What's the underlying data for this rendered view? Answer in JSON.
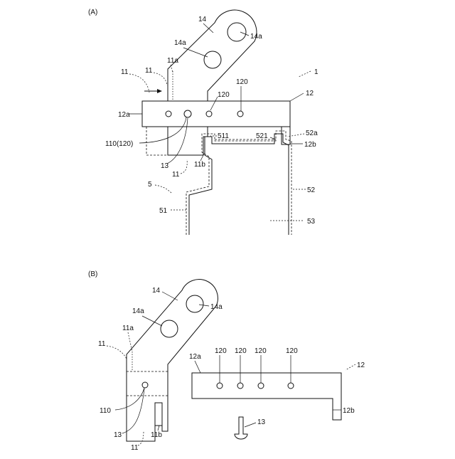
{
  "panels": {
    "a": {
      "title": "(A)",
      "labels": {
        "l14": "14",
        "l14a_1": "14a",
        "l14a_2": "14a",
        "l11a": "11a",
        "l11_1": "11",
        "l11_2": "11",
        "l120_1": "120",
        "l120_2": "120",
        "l1": "1",
        "l12": "12",
        "l12a": "12a",
        "l110": "110(120)",
        "l511": "511",
        "l521": "521",
        "l52a": "52a",
        "l12b": "12b",
        "l13": "13",
        "l11b": "11b",
        "l11_3": "11",
        "l5": "5",
        "l52": "52",
        "l51": "51",
        "l53": "53"
      }
    },
    "b": {
      "title": "(B)",
      "labels": {
        "l14": "14",
        "l14a_1": "14a",
        "l14a_2": "14a",
        "l11a": "11a",
        "l11_1": "11",
        "l120_1": "120",
        "l120_2": "120",
        "l120_3": "120",
        "l120_4": "120",
        "l12a": "12a",
        "l12": "12",
        "l110": "110",
        "l12b": "12b",
        "l13_1": "13",
        "l13_2": "13",
        "l11_2": "11",
        "l11b": "11b"
      }
    }
  }
}
